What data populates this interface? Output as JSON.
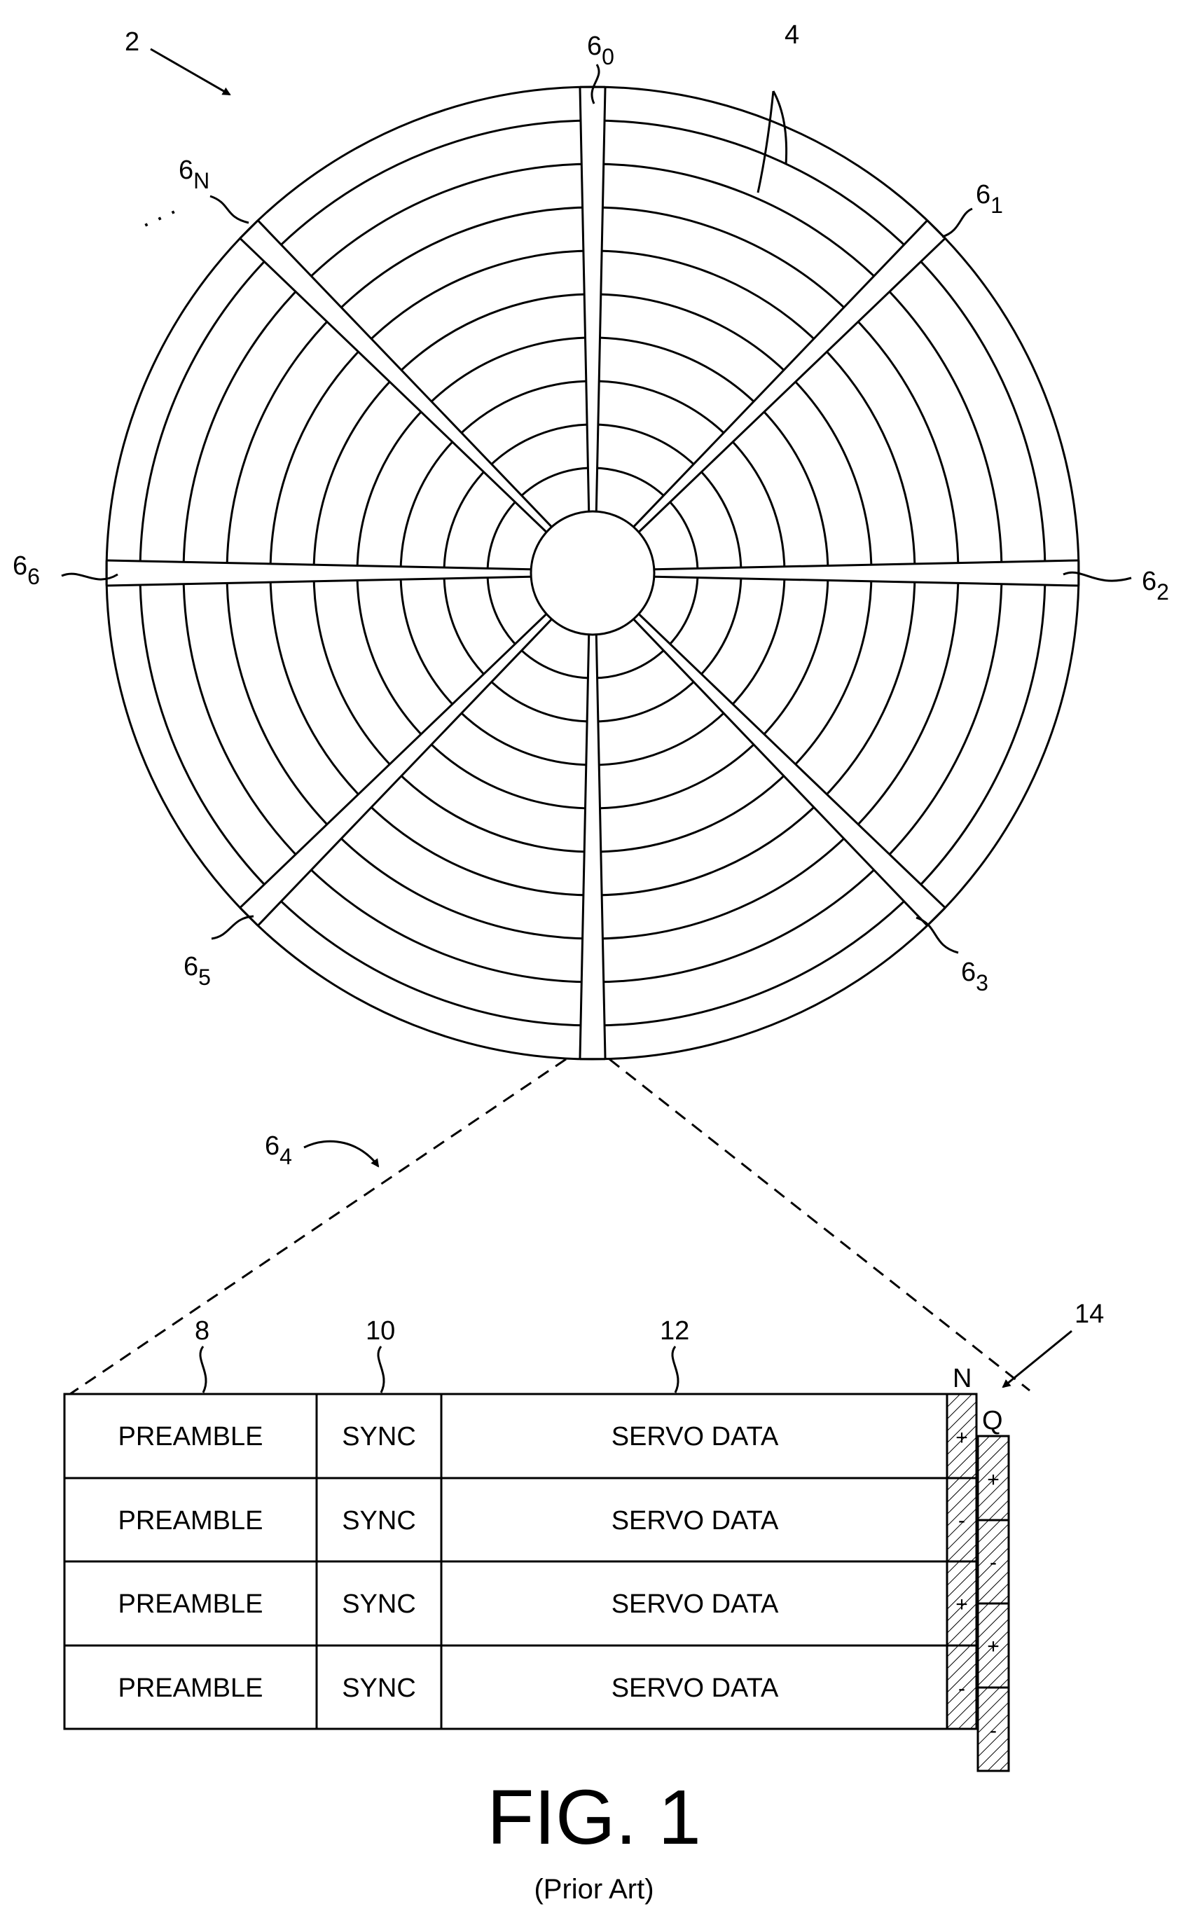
{
  "disk": {
    "label": "2",
    "tracks_label": "4",
    "sectors": [
      {
        "main": "6",
        "sub": "0"
      },
      {
        "main": "6",
        "sub": "1"
      },
      {
        "main": "6",
        "sub": "2"
      },
      {
        "main": "6",
        "sub": "3"
      },
      {
        "main": "6",
        "sub": "4"
      },
      {
        "main": "6",
        "sub": "5"
      },
      {
        "main": "6",
        "sub": "6"
      },
      {
        "main": "6",
        "sub": "N"
      }
    ],
    "ellipsis": ". . ."
  },
  "servo": {
    "field_labels": [
      "8",
      "10",
      "12"
    ],
    "burst_label": "14",
    "n_label": "N",
    "q_label": "Q",
    "rows": [
      {
        "preamble": "PREAMBLE",
        "sync": "SYNC",
        "servo": "SERVO DATA"
      },
      {
        "preamble": "PREAMBLE",
        "sync": "SYNC",
        "servo": "SERVO DATA"
      },
      {
        "preamble": "PREAMBLE",
        "sync": "SYNC",
        "servo": "SERVO DATA"
      },
      {
        "preamble": "PREAMBLE",
        "sync": "SYNC",
        "servo": "SERVO DATA"
      }
    ],
    "n_signs": [
      "+",
      "-",
      "+",
      "-"
    ],
    "q_signs": [
      "+",
      "-",
      "+",
      "-"
    ]
  },
  "figure": {
    "title": "FIG. 1",
    "caption": "(Prior Art)"
  }
}
